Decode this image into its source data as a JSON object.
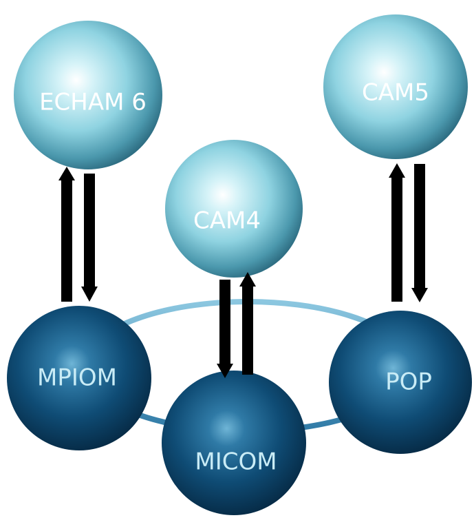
{
  "atmosphere_models": [
    {
      "id": "echam6",
      "label": "ECHAM 6"
    },
    {
      "id": "cam4",
      "label": "CAM4"
    },
    {
      "id": "cam5",
      "label": "CAM5"
    }
  ],
  "ocean_models": [
    {
      "id": "mpiom",
      "label": "MPIOM"
    },
    {
      "id": "micom",
      "label": "MICOM"
    },
    {
      "id": "pop",
      "label": "POP"
    }
  ],
  "colors": {
    "atmosphere_sphere": "#8fd3e1",
    "ocean_sphere": "#0f4c75",
    "ring": "#5aa6c8",
    "arrow": "#000000",
    "ocean_text": "#c9ecf6",
    "atmosphere_text": "#ffffff"
  }
}
